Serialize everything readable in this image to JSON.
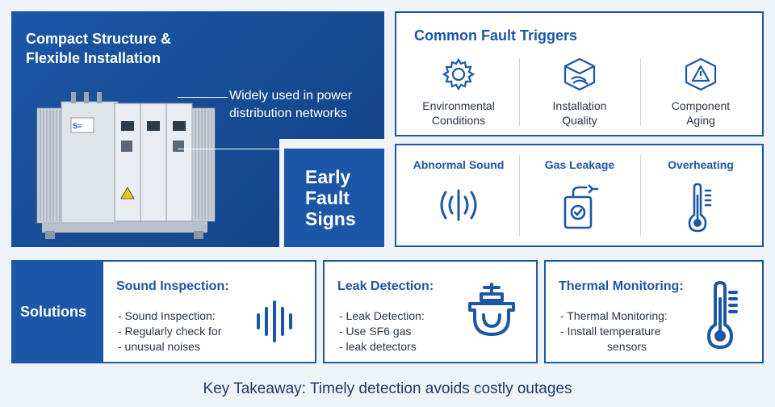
{
  "hero": {
    "title_line1": "Compact Structure &",
    "title_line2": "Flexible Installation",
    "note_line1": "Widely used in power",
    "note_line2": "distribution networks",
    "early_line1": "Early",
    "early_line2": "Fault",
    "early_line3": "Signs"
  },
  "triggers": {
    "title": "Common Fault Triggers",
    "items": [
      {
        "line1": "Environmental",
        "line2": "Conditions",
        "icon": "gear-icon"
      },
      {
        "line1": "Installation",
        "line2": "Quality",
        "icon": "box-icon"
      },
      {
        "line1": "Component",
        "line2": "Aging",
        "icon": "warning-triangle-icon"
      }
    ]
  },
  "signs": {
    "items": [
      {
        "label": "Abnormal Sound",
        "icon": "sound-wave-icon"
      },
      {
        "label": "Gas Leakage",
        "icon": "gas-detector-icon"
      },
      {
        "label": "Overheating",
        "icon": "thermometer-icon"
      }
    ]
  },
  "solutions": {
    "label": "Solutions",
    "cards": [
      {
        "title": "Sound Inspection:",
        "lines": [
          "- Sound Inspection:",
          "- Regularly check for",
          "- unusual noises"
        ],
        "icon": "sound-wave-icon"
      },
      {
        "title": "Leak Detection:",
        "lines": [
          "- Leak Detection:",
          "- Use SF6 gas",
          "- leak detectors"
        ],
        "icon": "leak-detector-icon"
      },
      {
        "title": "Thermal Monitoring:",
        "lines": [
          "- Thermal Monitoring:",
          "- Install temperature",
          "sensors"
        ],
        "icon": "thermometer-icon"
      }
    ]
  },
  "takeaway": "Key Takeaway: Timely detection avoids costly outages",
  "colors": {
    "accent": "#1c56a6",
    "background": "#eef3f8",
    "panel": "#ffffff"
  }
}
